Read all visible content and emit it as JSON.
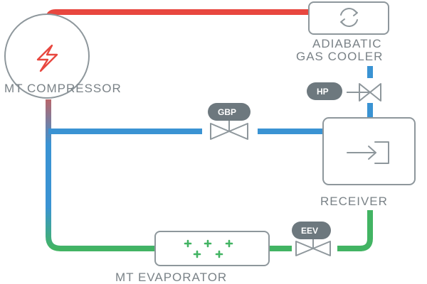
{
  "components": {
    "compressor": {
      "label": "MT COMPRESSOR",
      "icon": "lightning-bolt-icon"
    },
    "gas_cooler": {
      "label_line1": "ADIABATIC",
      "label_line2": "GAS COOLER",
      "icon": "recycle-arrows-icon"
    },
    "receiver": {
      "label": "RECEIVER",
      "icon": "enter-arrow-icon"
    },
    "evaporator": {
      "label": "MT EVAPORATOR",
      "icon": "plus-signs-icon"
    }
  },
  "valves": {
    "hp": "HP",
    "gbp": "GBP",
    "eev": "EEV"
  },
  "colors": {
    "hot_line": "#e8473f",
    "cold_line": "#3a93d3",
    "liquid_line": "#42b463",
    "component_stroke": "#8e979c",
    "valve_badge": "#6d787e"
  }
}
